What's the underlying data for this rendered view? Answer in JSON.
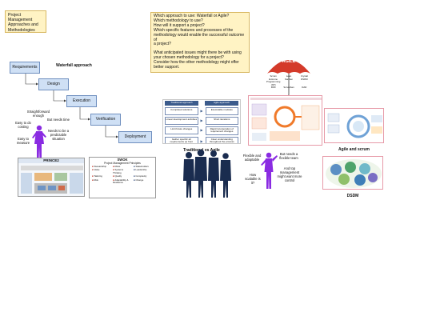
{
  "title_note": {
    "text": "Project Management Approaches and Methodologies"
  },
  "question_note": {
    "lines": [
      "Which approach to use: Waterfall or Agile?",
      "Which methodology to use?",
      "How will it support a project?",
      "Which specific features and processes of the",
      "methodology would enable the successful outcome of",
      "a project?",
      "",
      "What anticipated issues might there be with using",
      "your chosen methodology for a project?",
      "Consider how the other methodology might offer",
      "better support."
    ]
  },
  "waterfall": {
    "title": "Waterfall approach",
    "steps": [
      "Requirements",
      "Design",
      "Execution",
      "Verification",
      "Deployment"
    ]
  },
  "waterfall_person": {
    "notes": [
      "Straightforward enough",
      "Easy to do costing",
      "But needs time",
      "Needs to be a predictable situation",
      "Easy to measure"
    ]
  },
  "thumbnails": {
    "prince2": {
      "title": "PRINCE2"
    },
    "swok": {
      "title": "SWOK",
      "subtitle": "Project Management Principles",
      "cells": [
        "Stewardship",
        "Risks",
        "Stakeholders",
        "Value",
        "Systems Thinking",
        "Leadership",
        "Tailoring",
        "Quality",
        "Complexity",
        "Risk",
        "Adaptability & Resilience",
        "Change"
      ]
    }
  },
  "trad_vs_agile": {
    "caption": "Traditional vs Agile",
    "headers": [
      "Traditional approach",
      "Agile approach"
    ],
    "rows": [
      [
        "Completed solutions",
        "Executable modules"
      ],
      [
        "Linear development activities",
        "Short iterations"
      ],
      [
        "Limit future changes",
        "Rapid incorporation of requirement changes"
      ],
      [
        "Gather specific all requirements up front",
        "Clear understanding throughout the process"
      ]
    ]
  },
  "agile_umbrella": {
    "title": "AGILE",
    "labels": [
      "Scrum",
      "Lean",
      "Crystal",
      "Extreme Programming (XP)",
      "Kanban",
      "DSDM",
      "FDD",
      "Scrumban",
      "DAD"
    ]
  },
  "scrum_panel": {
    "caption": "Agile and scrum"
  },
  "dsdm_panel": {
    "caption": "DSDM"
  },
  "agile_person": {
    "notes": [
      "Flexible and adaptable",
      "But needs a flexible team",
      "How scalable is it?",
      "And top management might want more control"
    ]
  },
  "colors": {
    "note_fill": "#fff3c4",
    "step_fill": "#cfe0f5",
    "purple": "#8a2be2",
    "silhouette": "#1a2c4f",
    "umbrella_red": "#d43a2a"
  }
}
